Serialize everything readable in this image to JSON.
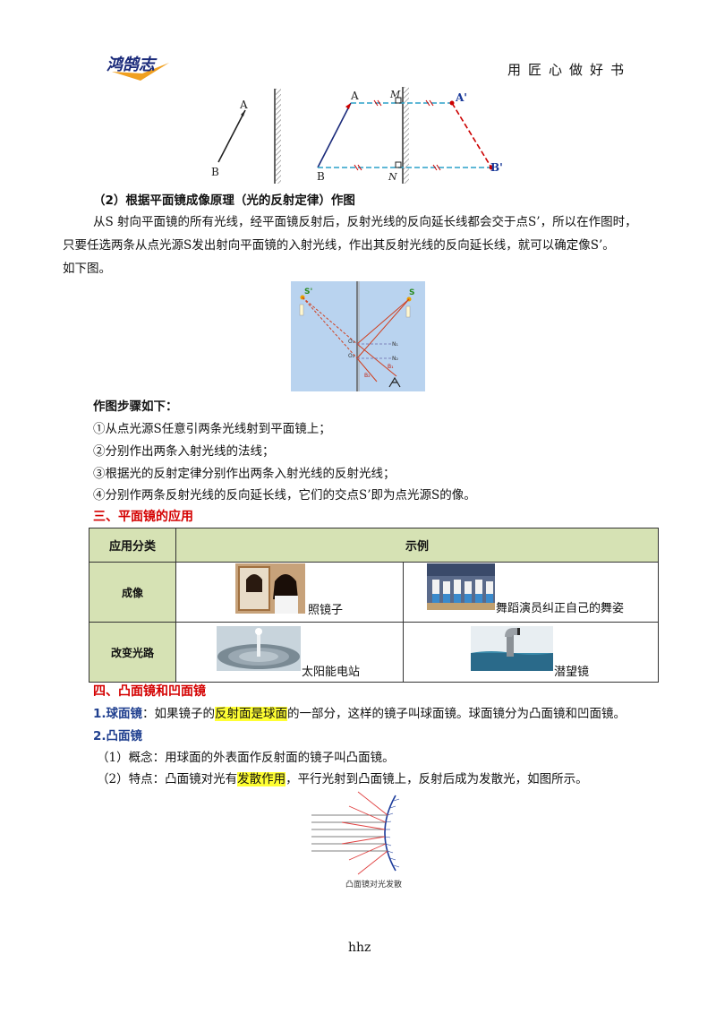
{
  "header": {
    "logo_text": "鸿鹄志",
    "slogan": "用匠心做好书"
  },
  "figure1": {
    "labels": [
      "A",
      "B",
      "A",
      "M",
      "A'",
      "B",
      "N",
      "B'"
    ]
  },
  "section2": {
    "title": "（2）根据平面镜成像原理（光的反射定律）作图",
    "para_line1": "从S 射向平面镜的所有光线，经平面镜反射后，反射光线的反向延长线都会交于点S’，所以在作图时，",
    "para_line2": "只要任选两条从点光源S发出射向平面镜的入射光线，作出其反射光线的反向延长线，就可以确定像S’。",
    "para_line3": "如下图。"
  },
  "figure2": {
    "labels": [
      "S'",
      "S",
      "O₁",
      "N₁",
      "O₂",
      "N₂",
      "B₁",
      "B₂"
    ]
  },
  "steps": {
    "title": "作图步骤如下：",
    "items": [
      "①从点光源S任意引两条光线射到平面镜上；",
      "②分别作出两条入射光线的法线；",
      "③根据光的反射定律分别作出两条入射光线的反射光线；",
      "④分别作两条反射光线的反向延长线，它们的交点S’即为点光源S的像。"
    ]
  },
  "section3": {
    "title": "三、平面镜的应用",
    "table": {
      "headers": [
        "应用分类",
        "示例"
      ],
      "rows": [
        {
          "category": "成像",
          "examples": [
            "照镜子",
            "舞蹈演员纠正自己的舞姿"
          ]
        },
        {
          "category": "改变光路",
          "examples": [
            "太阳能电站",
            "潜望镜"
          ]
        }
      ]
    }
  },
  "section4": {
    "title": "四、凸面镜和凹面镜",
    "sub1_label": "1.球面镜",
    "sub1_pre": "：如果镜子的",
    "sub1_hl": "反射面是球面",
    "sub1_post": "的一部分，这样的镜子叫球面镜。球面镜分为凸面镜和凹面镜。",
    "sub2_label": "2.凸面镜",
    "concept": "（1）概念：用球面的外表面作反射面的镜子叫凸面镜。",
    "feature_pre": "（2）特点：凸面镜对光有",
    "feature_hl": "发散作用",
    "feature_post": "，平行光射到凸面镜上，反射后成为发散光，如图所示。",
    "figure_caption": "凸面镜对光发散"
  },
  "footer": {
    "text": "hhz"
  },
  "colors": {
    "section_red": "#d40000",
    "sub_blue": "#1f3f8f",
    "highlight": "#ffff33",
    "table_header_bg": "#d6e2b4"
  }
}
